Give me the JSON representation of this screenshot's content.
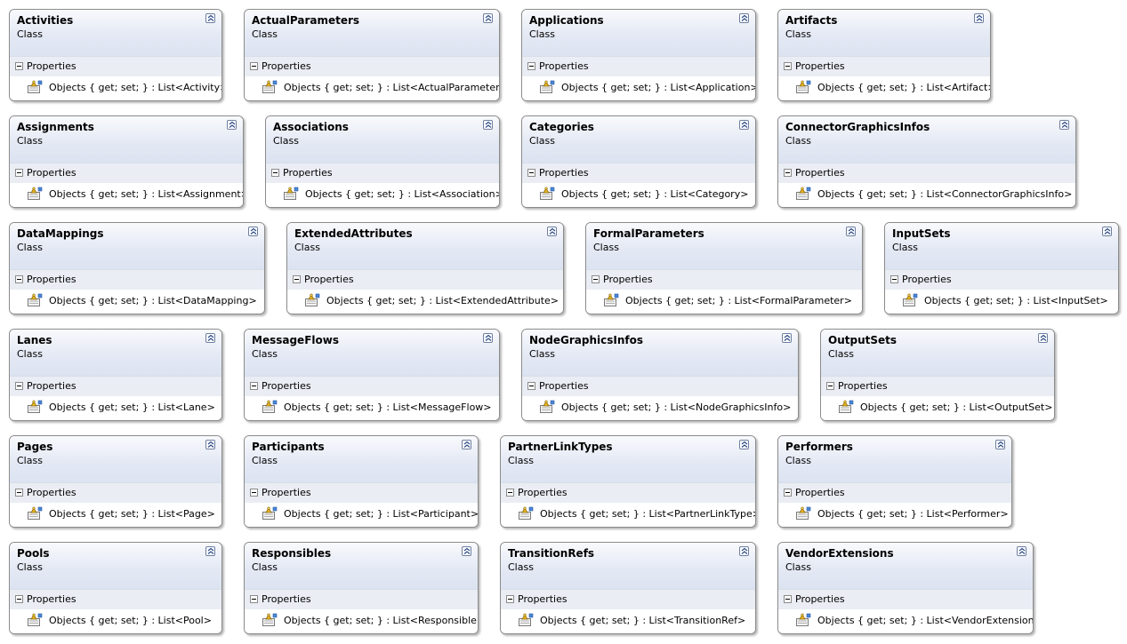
{
  "section_label": "Properties",
  "boxes": [
    {
      "name": "Activities",
      "type": "Class",
      "property": "Objects { get; set; } : List<Activity>"
    },
    {
      "name": "ActualParameters",
      "type": "Class",
      "property": "Objects { get; set; } : List<ActualParameter>"
    },
    {
      "name": "Applications",
      "type": "Class",
      "property": "Objects { get; set; } : List<Application>"
    },
    {
      "name": "Artifacts",
      "type": "Class",
      "property": "Objects { get; set; } : List<Artifact>"
    },
    {
      "name": "Assignments",
      "type": "Class",
      "property": "Objects { get; set; } : List<Assignment>"
    },
    {
      "name": "Associations",
      "type": "Class",
      "property": "Objects { get; set; } : List<Association>"
    },
    {
      "name": "Categories",
      "type": "Class",
      "property": "Objects { get; set; } : List<Category>"
    },
    {
      "name": "ConnectorGraphicsInfos",
      "type": "Class",
      "property": "Objects { get; set; } : List<ConnectorGraphicsInfo>"
    },
    {
      "name": "DataMappings",
      "type": "Class",
      "property": "Objects { get; set; } : List<DataMapping>"
    },
    {
      "name": "ExtendedAttributes",
      "type": "Class",
      "property": "Objects { get; set; } : List<ExtendedAttribute>"
    },
    {
      "name": "FormalParameters",
      "type": "Class",
      "property": "Objects { get; set; } : List<FormalParameter>"
    },
    {
      "name": "InputSets",
      "type": "Class",
      "property": "Objects { get; set; } : List<InputSet>"
    },
    {
      "name": "Lanes",
      "type": "Class",
      "property": "Objects { get; set; } : List<Lane>"
    },
    {
      "name": "MessageFlows",
      "type": "Class",
      "property": "Objects { get; set; } : List<MessageFlow>"
    },
    {
      "name": "NodeGraphicsInfos",
      "type": "Class",
      "property": "Objects { get; set; } : List<NodeGraphicsInfo>"
    },
    {
      "name": "OutputSets",
      "type": "Class",
      "property": "Objects { get; set; } : List<OutputSet>"
    },
    {
      "name": "Pages",
      "type": "Class",
      "property": "Objects { get; set; } : List<Page>"
    },
    {
      "name": "Participants",
      "type": "Class",
      "property": "Objects { get; set; } : List<Participant>"
    },
    {
      "name": "PartnerLinkTypes",
      "type": "Class",
      "property": "Objects { get; set; } : List<PartnerLinkType>"
    },
    {
      "name": "Performers",
      "type": "Class",
      "property": "Objects { get; set; } : List<Performer>"
    },
    {
      "name": "Pools",
      "type": "Class",
      "property": "Objects { get; set; } : List<Pool>"
    },
    {
      "name": "Responsibles",
      "type": "Class",
      "property": "Objects { get; set; } : List<Responsible>"
    },
    {
      "name": "TransitionRefs",
      "type": "Class",
      "property": "Objects { get; set; } : List<TransitionRef>"
    },
    {
      "name": "VendorExtensions",
      "type": "Class",
      "property": "Objects { get; set; } : List<VendorExtension>"
    }
  ]
}
